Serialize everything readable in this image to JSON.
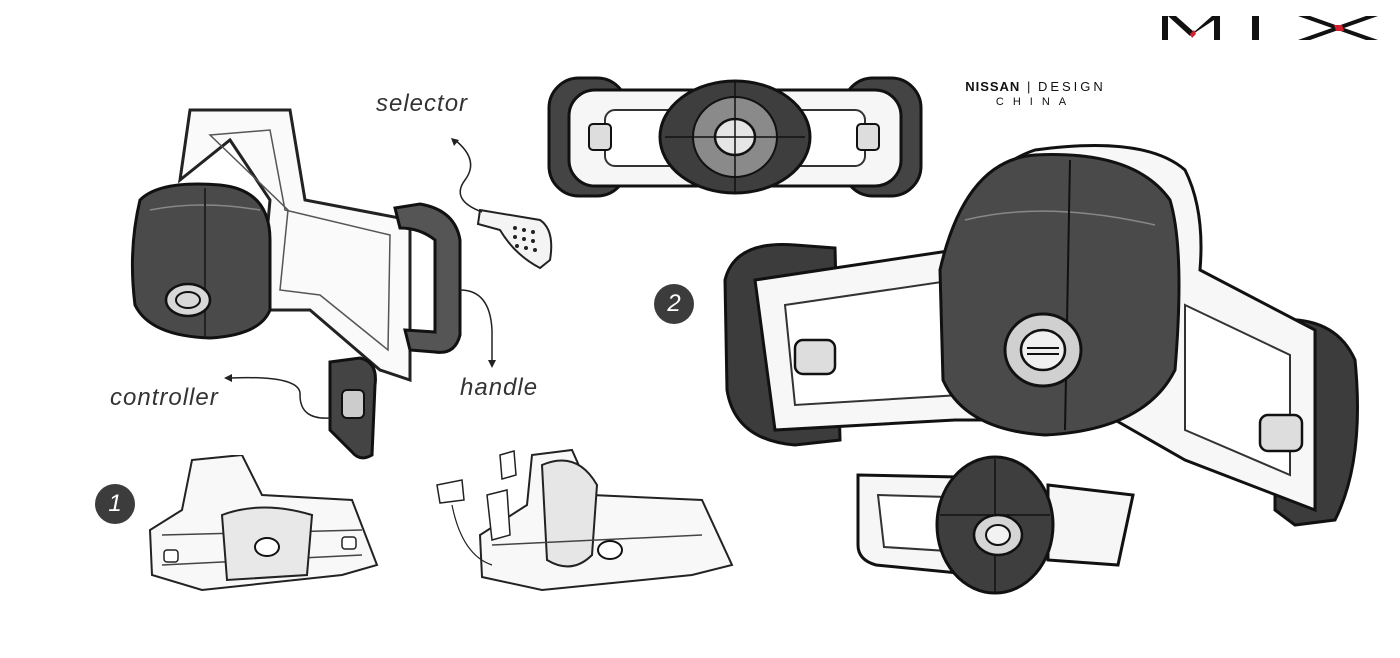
{
  "logo": {
    "text": "MIX",
    "accent": "#d21e2d"
  },
  "brand": {
    "name": "NISSAN",
    "separator": "|",
    "word": "DESIGN",
    "region": "CHINA"
  },
  "labels": {
    "selector": "selector",
    "handle": "handle",
    "controller": "controller"
  },
  "badges": {
    "first": "1",
    "second": "2"
  },
  "colors": {
    "ink": "#222222",
    "shade": "#3a3a3a",
    "paper": "#ffffff"
  }
}
